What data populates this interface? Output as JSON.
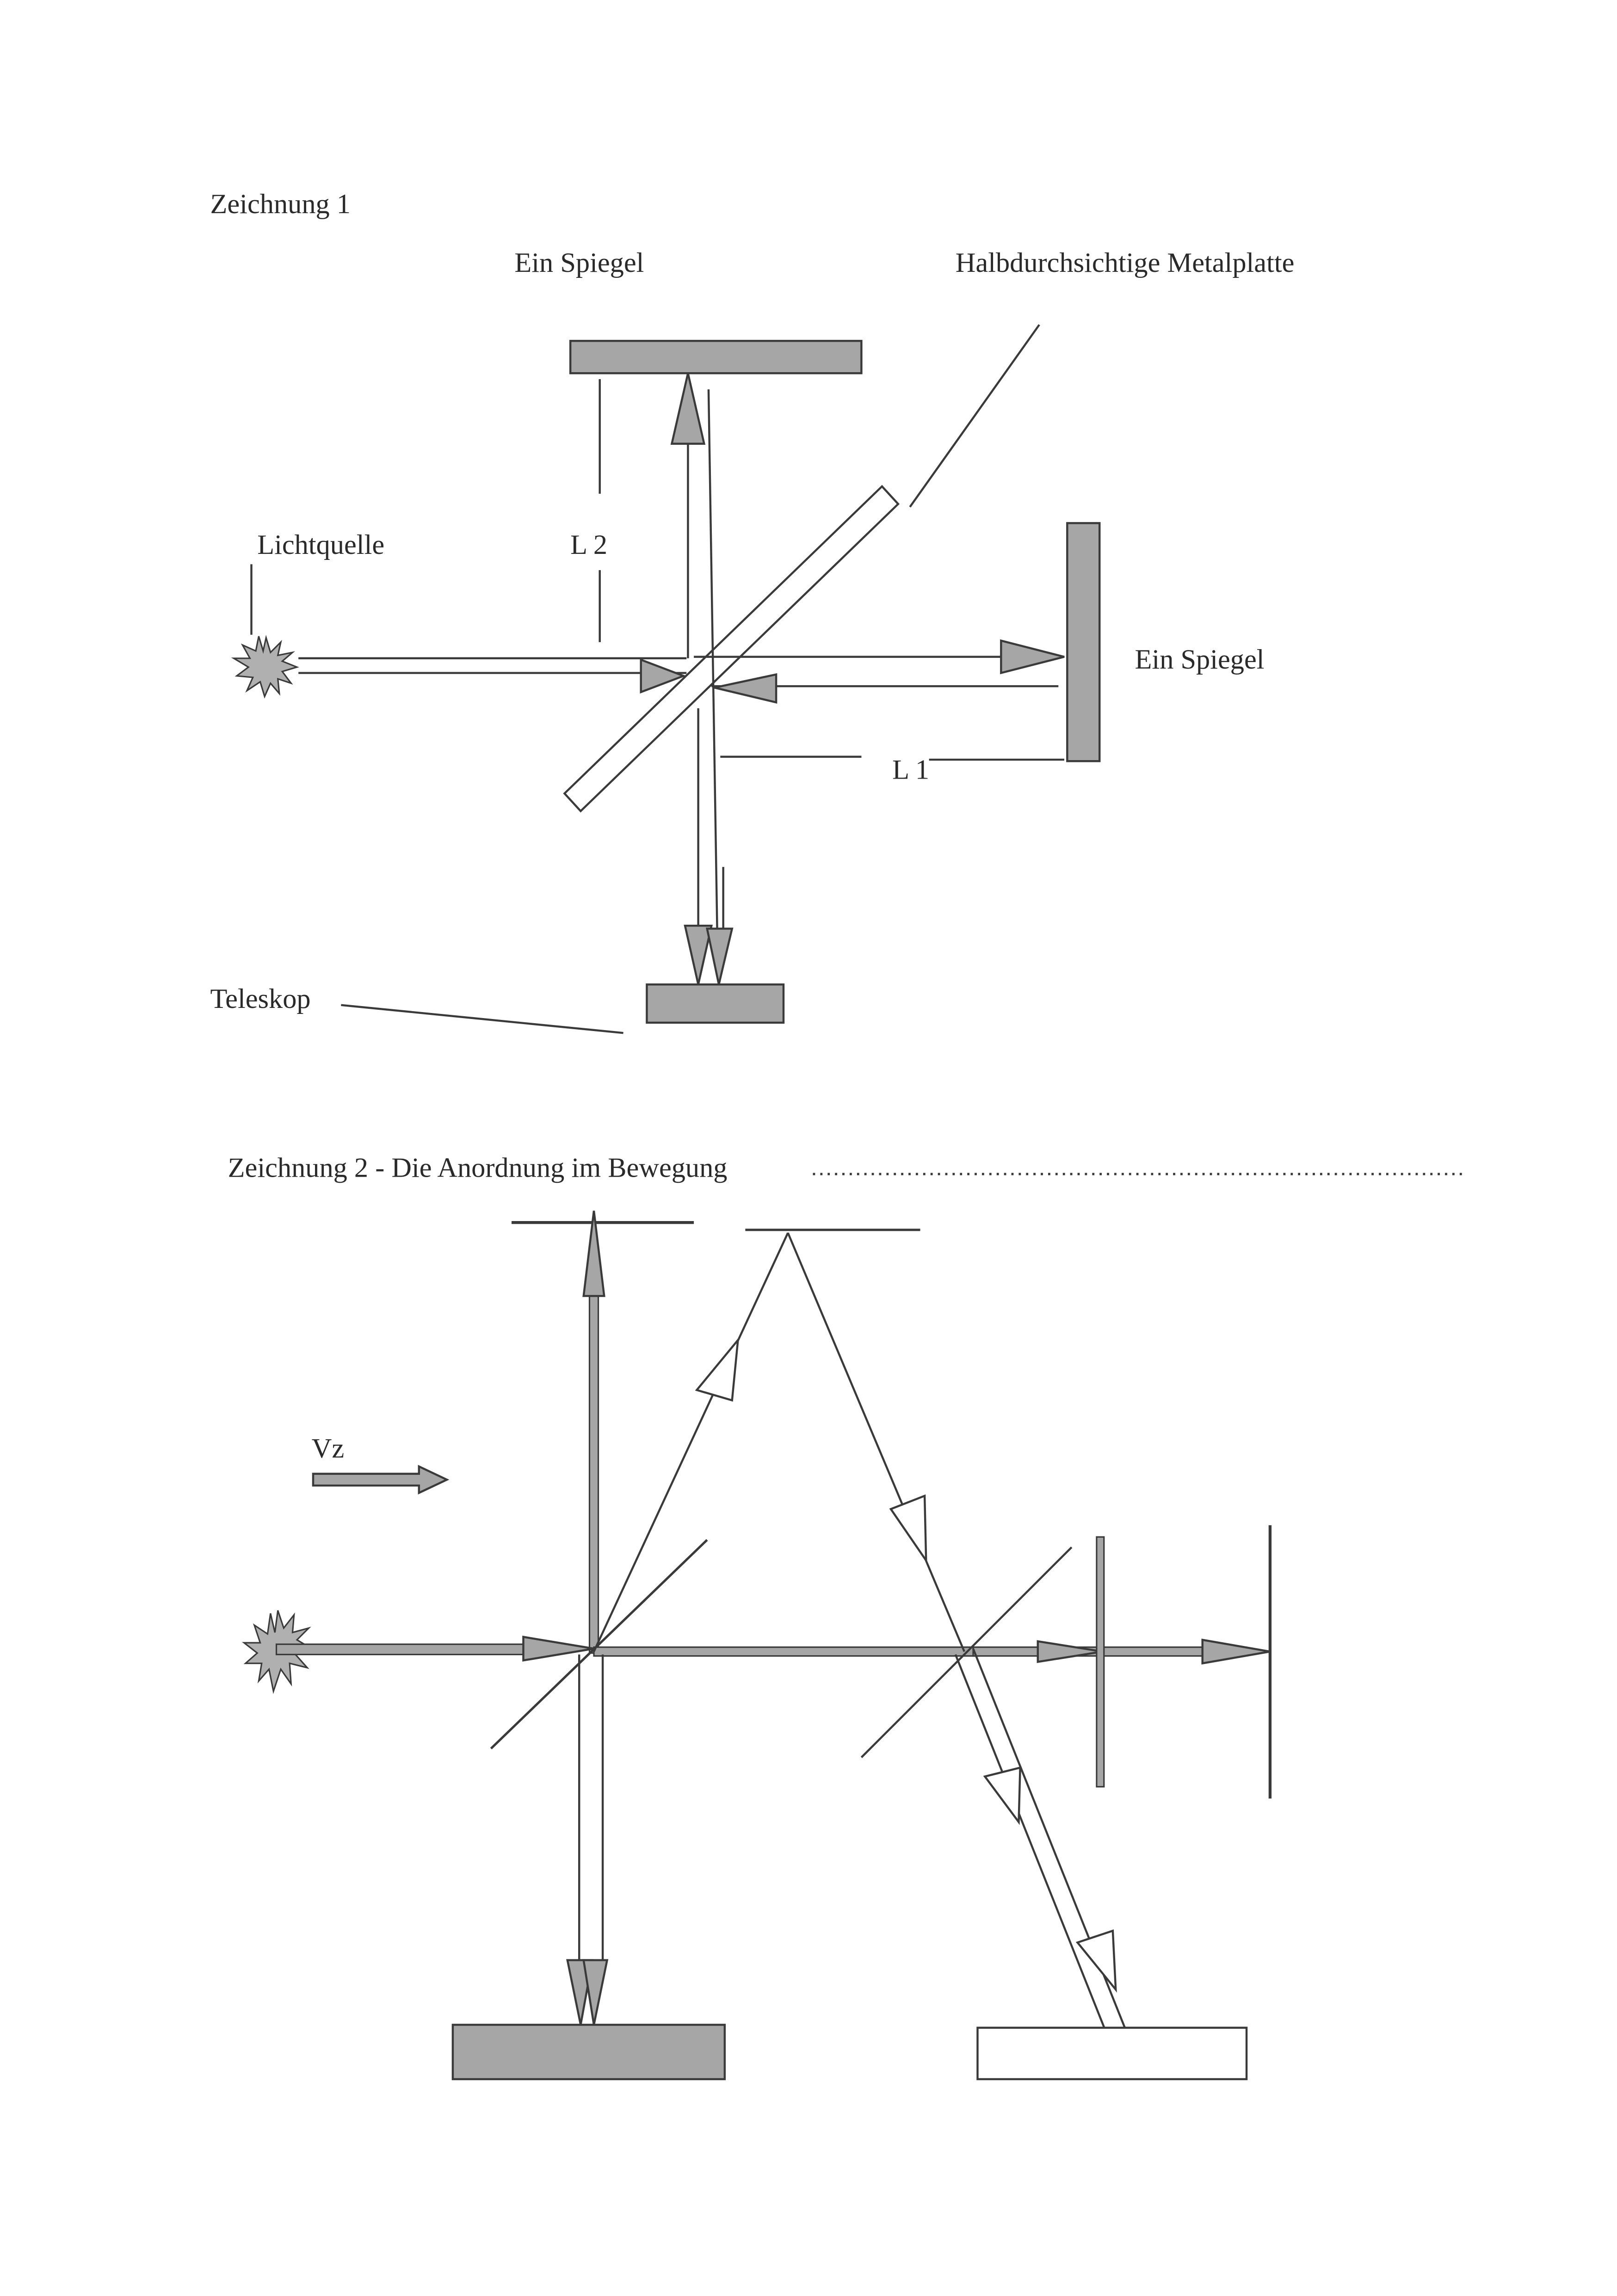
{
  "figure1": {
    "title": "Zeichnung 1",
    "label_mirror_top": "Ein Spiegel",
    "label_plate": "Halbdurchsichtige Metalplatte",
    "label_source": "Lichtquelle",
    "label_L2": "L 2",
    "label_mirror_right": "Ein Spiegel",
    "label_L1": "L 1",
    "label_telescope": "Teleskop"
  },
  "figure2": {
    "title": "Zeichnung 2 -  Die Anordnung im Bewegung",
    "label_velocity": "Vz"
  },
  "colors": {
    "ink": "#3a3a3a",
    "fill_gray": "#a6a6a6",
    "paper": "#ffffff"
  }
}
